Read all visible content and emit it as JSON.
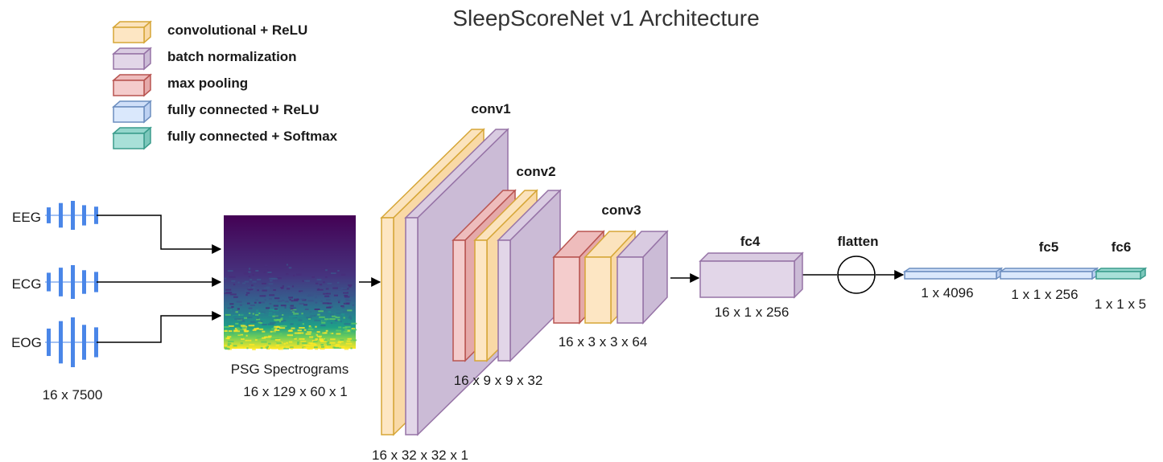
{
  "title": "SleepScoreNet v1 Architecture",
  "colors": {
    "conv": {
      "front": "#fde6c3",
      "top": "#fbe3bd",
      "side": "#f9d9a6",
      "stroke": "#d6a637"
    },
    "bn": {
      "front": "#e2d6e8",
      "top": "#d9cbe1",
      "side": "#cbbbd6",
      "stroke": "#9673a6"
    },
    "pool": {
      "front": "#f4cccc",
      "top": "#eebcbc",
      "side": "#e5a9a9",
      "stroke": "#b85450"
    },
    "fc_relu": {
      "front": "#dae8fc",
      "top": "#cfdff8",
      "side": "#bdd1f2",
      "stroke": "#6c8ebf"
    },
    "fc_softmax": {
      "front": "#a8e0d8",
      "top": "#94d6cc",
      "side": "#7cc7bb",
      "stroke": "#3a9c8c"
    },
    "signal": "#4a86e8",
    "arrow": "#000000"
  },
  "legend": [
    {
      "type": "conv",
      "label": "convolutional + ReLU"
    },
    {
      "type": "bn",
      "label": "batch normalization"
    },
    {
      "type": "pool",
      "label": "max pooling"
    },
    {
      "type": "fc_relu",
      "label": "fully connected + ReLU"
    },
    {
      "type": "fc_softmax",
      "label": "fully connected + Softmax"
    }
  ],
  "inputs": {
    "signals": [
      "EEG",
      "ECG",
      "EOG"
    ],
    "shape": "16 x 7500"
  },
  "spectrogram": {
    "label": "PSG Spectrograms",
    "shape": "16 x 129 x 60 x 1"
  },
  "layers": {
    "conv1": {
      "name": "conv1",
      "shape": "16 x 32 x 32 x 1"
    },
    "conv2": {
      "name": "conv2",
      "shape": "16 x 9 x 9 x 32"
    },
    "conv3": {
      "name": "conv3",
      "shape": "16 x 3 x 3 x 64"
    },
    "fc4": {
      "name": "fc4",
      "shape": "16 x 1 x 256"
    },
    "flatten": {
      "name": "flatten",
      "shape": "1 x 4096"
    },
    "fc5": {
      "name": "fc5",
      "shape": "1 x 1 x 256"
    },
    "fc6": {
      "name": "fc6",
      "shape": "1 x 1 x 5"
    }
  }
}
